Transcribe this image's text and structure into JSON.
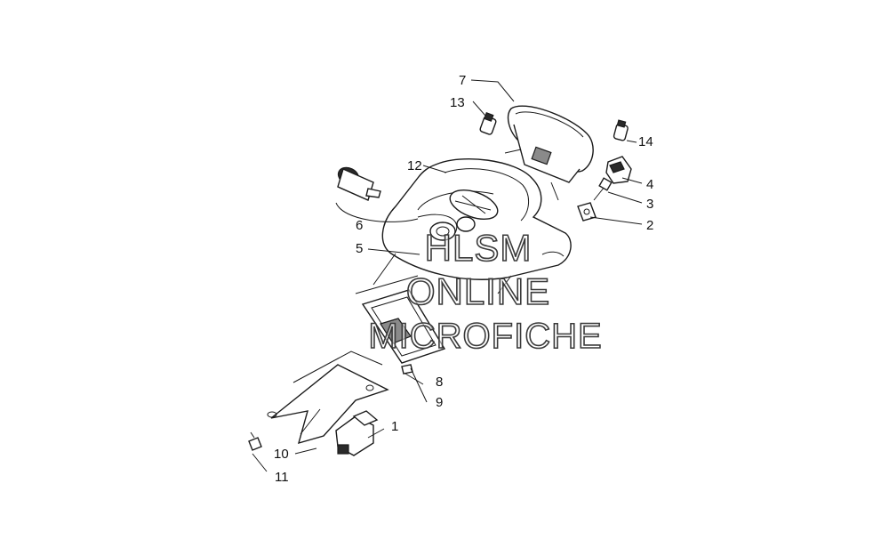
{
  "callouts": [
    {
      "id": "c1",
      "label": "1"
    },
    {
      "id": "c2",
      "label": "2"
    },
    {
      "id": "c3",
      "label": "3"
    },
    {
      "id": "c4",
      "label": "4"
    },
    {
      "id": "c5",
      "label": "5"
    },
    {
      "id": "c6",
      "label": "6"
    },
    {
      "id": "c7",
      "label": "7"
    },
    {
      "id": "c8",
      "label": "8"
    },
    {
      "id": "c9",
      "label": "9"
    },
    {
      "id": "c10",
      "label": "10"
    },
    {
      "id": "c11",
      "label": "11"
    },
    {
      "id": "c12",
      "label": "12"
    },
    {
      "id": "c13",
      "label": "13"
    },
    {
      "id": "c14",
      "label": "14"
    }
  ],
  "watermark": {
    "line1": "HLSM",
    "line2": "ONLINE",
    "line3": "MICROFICHE"
  },
  "colors": {
    "ink": "#1a1a1a",
    "background": "#ffffff"
  }
}
